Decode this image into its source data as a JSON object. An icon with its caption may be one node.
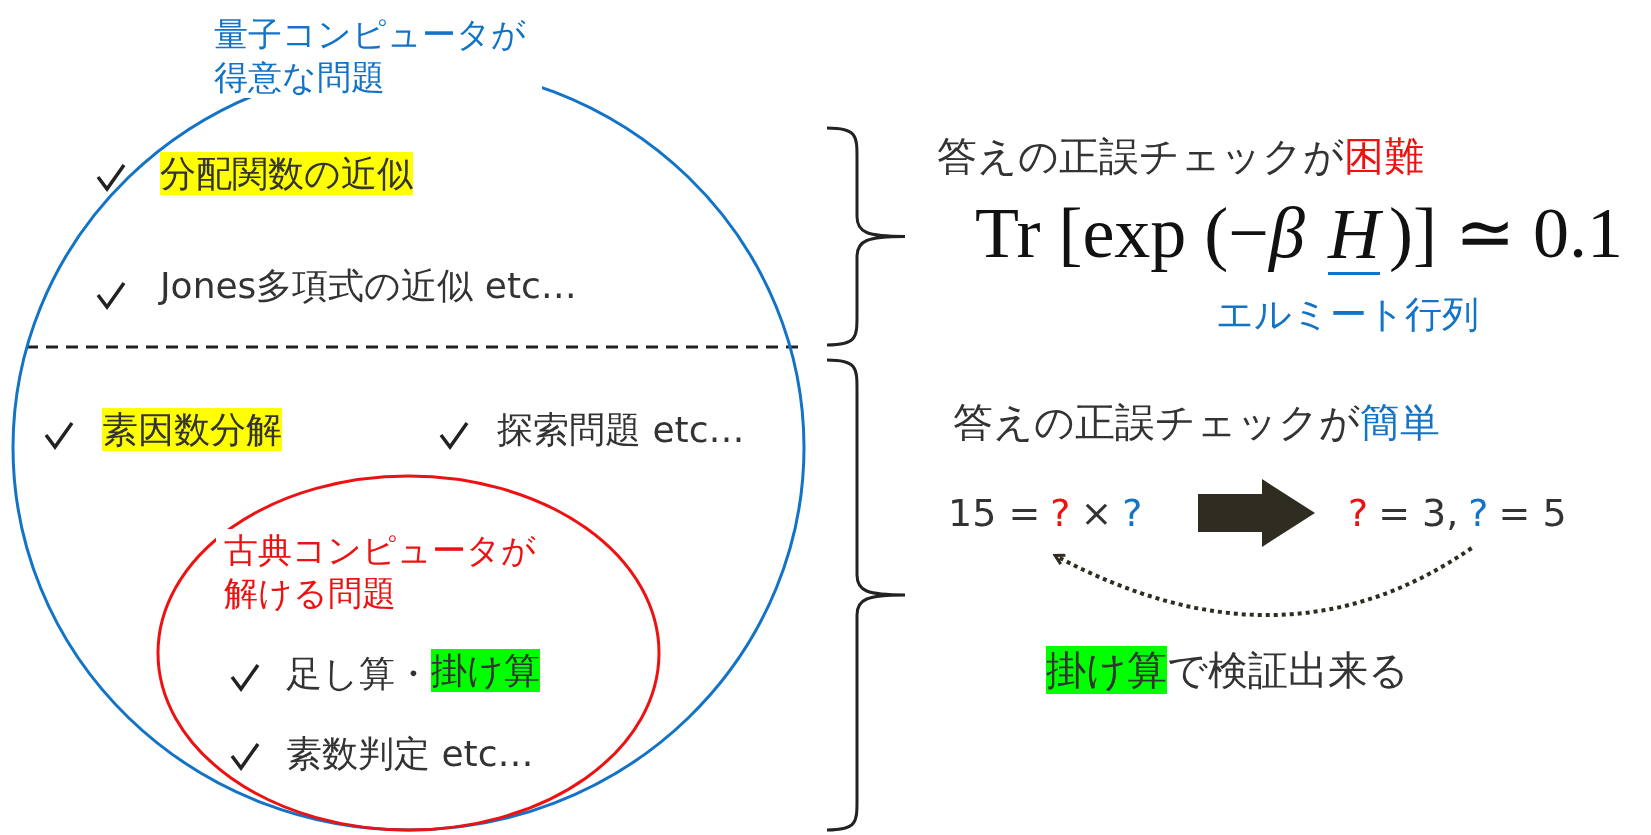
{
  "diagram": {
    "nodes": [
      {
        "text": [
          "量子コンピュータが得意な問題"
        ]
      },
      {
        "text": [
          "古典コンピュータが解ける問題"
        ],
        "in": 0
      },
      {
        "text": [
          "15 =",
          "?",
          "×",
          "?"
        ]
      },
      {
        "text": [
          "?",
          "= 3,",
          "?",
          "= 5"
        ]
      }
    ],
    "edges": [
      {
        "from": 2,
        "to": 3,
        "arrow": "to",
        "style": "thick"
      },
      {
        "from": 3,
        "to": 2,
        "arrow": "to",
        "style": "dashed"
      }
    ],
    "labels": [
      "分配関数の近似",
      "Jones多項式の近似 etc…",
      "素因数分解",
      "探索問題 etc…",
      "足し算・",
      "掛け算",
      "素数判定 etc…",
      "答えの正誤チェックが",
      "困難",
      "Tr [exp (−*β*",
      "*H*",
      ")] ≃ 0.1",
      "エルミート行列",
      "答えの正誤チェックが",
      "簡単",
      "掛け算",
      "で検証出来る"
    ]
  }
}
